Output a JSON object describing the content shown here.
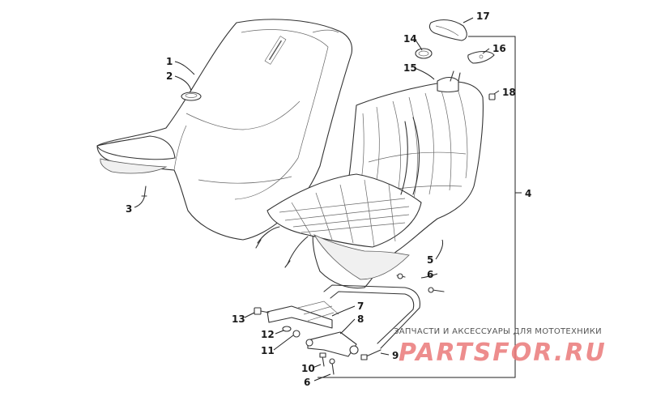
{
  "diagram": {
    "callouts": [
      {
        "id": "c1",
        "label": "1"
      },
      {
        "id": "c2",
        "label": "2"
      },
      {
        "id": "c3",
        "label": "3"
      },
      {
        "id": "c4",
        "label": "4"
      },
      {
        "id": "c5",
        "label": "5"
      },
      {
        "id": "c6a",
        "label": "6"
      },
      {
        "id": "c6b",
        "label": "6"
      },
      {
        "id": "c7",
        "label": "7"
      },
      {
        "id": "c8",
        "label": "8"
      },
      {
        "id": "c9",
        "label": "9"
      },
      {
        "id": "c10",
        "label": "10"
      },
      {
        "id": "c11",
        "label": "11"
      },
      {
        "id": "c12",
        "label": "12"
      },
      {
        "id": "c13",
        "label": "13"
      },
      {
        "id": "c14",
        "label": "14"
      },
      {
        "id": "c15",
        "label": "15"
      },
      {
        "id": "c16",
        "label": "16"
      },
      {
        "id": "c17",
        "label": "17"
      },
      {
        "id": "c18",
        "label": "18"
      }
    ],
    "colors": {
      "line": "#333333",
      "background": "#ffffff",
      "watermark": "#ea7a7a"
    }
  },
  "watermark": {
    "caption": "ЗАПЧАСТИ И АКСЕССУАРЫ ДЛЯ МОТОТЕХНИКИ",
    "logo_text": "PARTSFOR.RU"
  }
}
